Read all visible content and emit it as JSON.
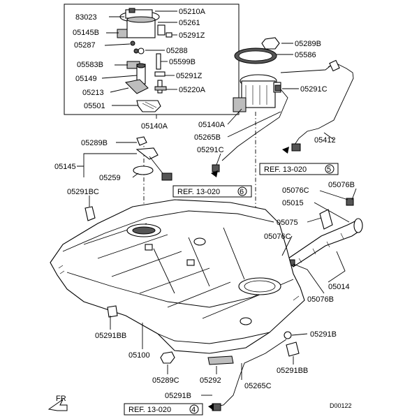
{
  "labels": {
    "p83023": "83023",
    "p05210A": "05210A",
    "p05261": "05261",
    "p05145B": "05145B",
    "p05291Z_a": "05291Z",
    "p05287": "05287",
    "p05288": "05288",
    "p05583B": "05583B",
    "p05599B": "05599B",
    "p05149": "05149",
    "p05291Z_b": "05291Z",
    "p05213": "05213",
    "p05220A": "05220A",
    "p05501": "05501",
    "p05140A_box": "05140A",
    "p05289B_top": "05289B",
    "p05586": "05586",
    "p05291C_top": "05291C",
    "p05140A": "05140A",
    "p05265B": "05265B",
    "p05291C_mid": "05291C",
    "p05412": "05412",
    "p05289B_left": "05289B",
    "p05145": "05145",
    "p05259": "05259",
    "p05291BC": "05291BC",
    "p05076C_top": "05076C",
    "p05076B_top": "05076B",
    "p05015": "05015",
    "p05075": "05075",
    "p05076C_mid": "05076C",
    "p05014": "05014",
    "p05076B_bot": "05076B",
    "p05291B_right": "05291B",
    "p05291BB_left": "05291BB",
    "p05100": "05100",
    "p05291BB_right": "05291BB",
    "p05289C": "05289C",
    "p05292": "05292",
    "p05265C": "05265C",
    "p05291B_bot": "05291B",
    "diagram_id": "D00122"
  },
  "refs": {
    "ref5_text": "REF. 13-020",
    "ref5_num": "5",
    "ref6_text": "REF. 13-020",
    "ref6_num": "6",
    "ref4_text": "REF. 13-020",
    "ref4_num": "4"
  },
  "front_label": "FR"
}
